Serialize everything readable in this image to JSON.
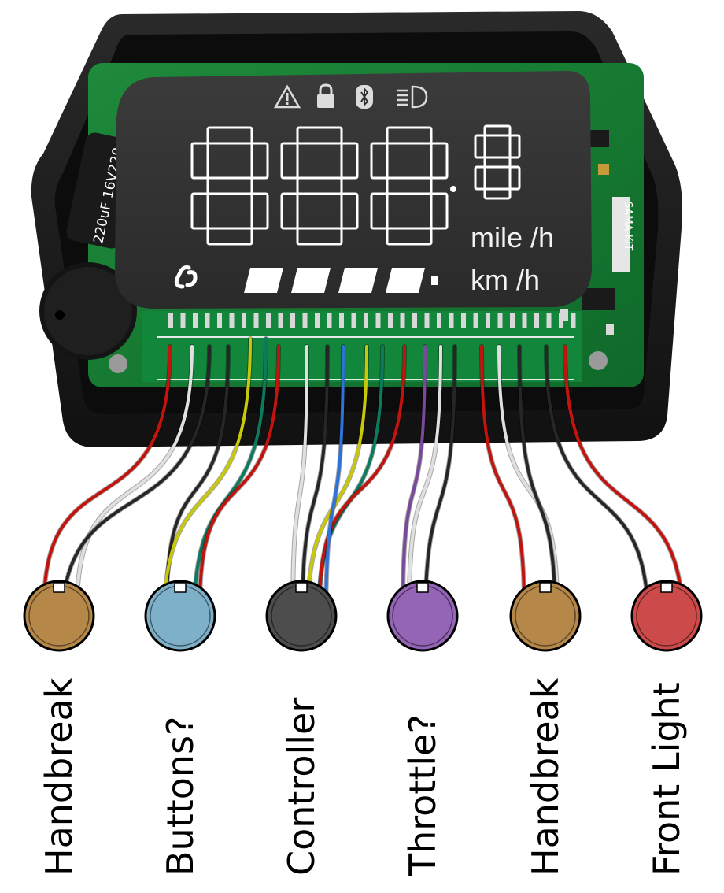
{
  "display": {
    "units": [
      "mile /h",
      "km /h"
    ],
    "digits": "888",
    "decimal_digit": "8",
    "indicator_icons": [
      "warning-icon",
      "lock-icon",
      "bluetooth-icon",
      "headlight-icon"
    ],
    "battery_segments": 4
  },
  "capacitor_text": "220uF 16V220",
  "board_label": "SAMA-KIT",
  "connectors": [
    {
      "label": "Handbreak",
      "color": "#b5884a"
    },
    {
      "label": "Buttons?",
      "color": "#7fb0c9"
    },
    {
      "label": "Controller",
      "color": "#4d4d4d"
    },
    {
      "label": "Throttle?",
      "color": "#9464b7"
    },
    {
      "label": "Handbreak",
      "color": "#b5884a"
    },
    {
      "label": "Front Light",
      "color": "#cc4a4a"
    }
  ],
  "wire_colors": {
    "red": "#c2140f",
    "white": "#e0e0e0",
    "black": "#262626",
    "yellow": "#c7c70c",
    "green": "#0d7a5e",
    "blue": "#2f72d9",
    "purple": "#7a4a9a"
  }
}
